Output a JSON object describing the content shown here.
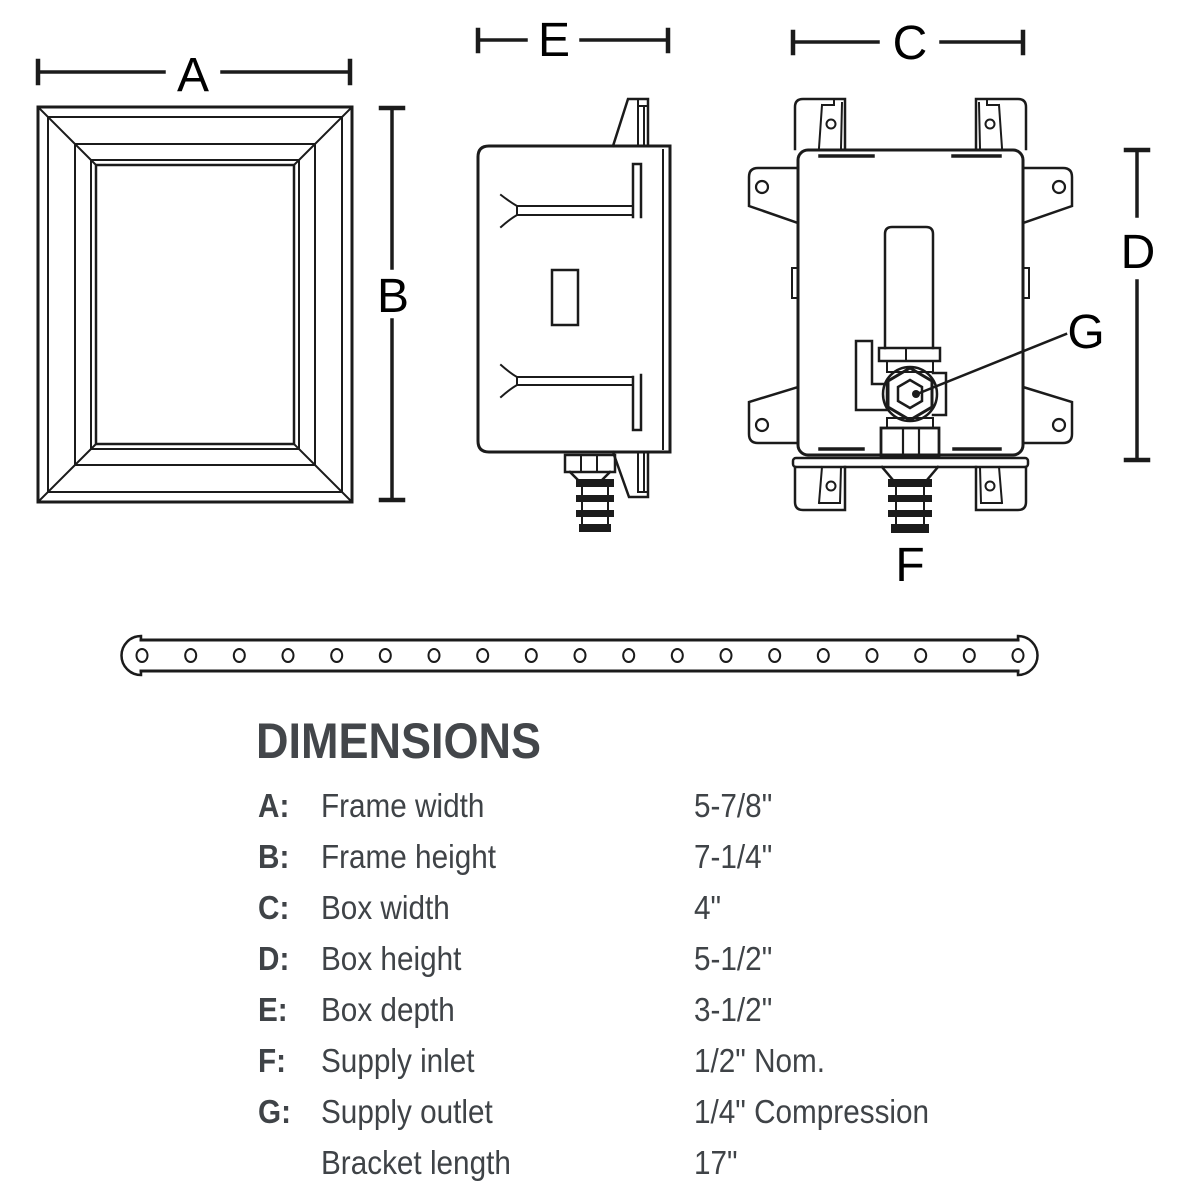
{
  "dims": {
    "a": "A",
    "b": "B",
    "c": "C",
    "d": "D",
    "e": "E",
    "f": "F",
    "g": "G"
  },
  "table": {
    "title": "DIMENSIONS",
    "rows": [
      {
        "key": "A:",
        "name": "Frame width",
        "value": "5-7/8\""
      },
      {
        "key": "B:",
        "name": "Frame height",
        "value": "7-1/4\""
      },
      {
        "key": "C:",
        "name": "Box width",
        "value": "4\""
      },
      {
        "key": "D:",
        "name": "Box height",
        "value": "5-1/2\""
      },
      {
        "key": "E:",
        "name": "Box depth",
        "value": "3-1/2\""
      },
      {
        "key": "F:",
        "name": "Supply inlet",
        "value": "1/2\" Nom."
      },
      {
        "key": "G:",
        "name": "Supply outlet",
        "value": "1/4\" Compression"
      },
      {
        "key": "",
        "name": "Bracket length",
        "value": "17\""
      }
    ]
  }
}
